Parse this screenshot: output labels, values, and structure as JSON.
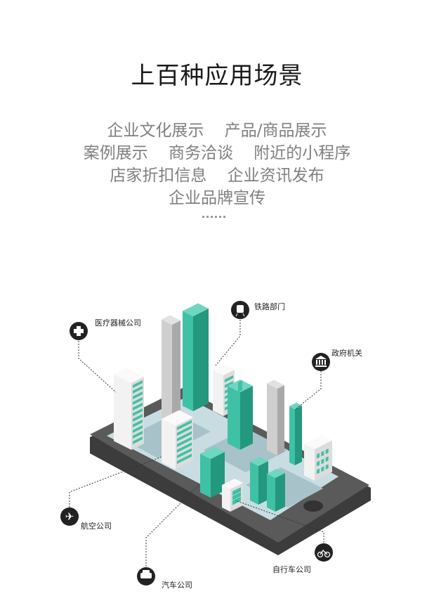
{
  "heading": "上百种应用场景",
  "scenarios": [
    "企业文化展示    产品/商品展示",
    "案例展示    商务洽谈    附近的小程序",
    "店家折扣信息    企业资讯发布",
    "企业品牌宣传"
  ],
  "illustration": {
    "labels": {
      "medical": "医疗器械公司",
      "railway": "铁路部门",
      "government": "政府机关",
      "airline": "航空公司",
      "automobile": "汽车公司",
      "bicycle": "自行车公司"
    },
    "colors": {
      "green": "#3fc1a5",
      "dark_green": "#24977f",
      "phone": "#555555",
      "icon_bg": "#222222"
    }
  }
}
